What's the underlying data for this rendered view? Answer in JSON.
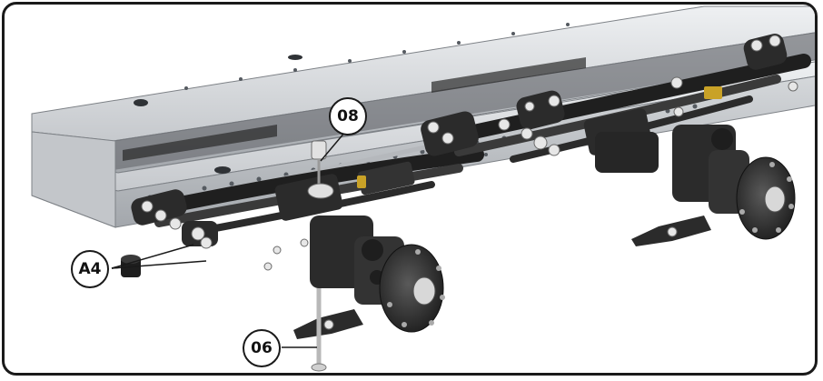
{
  "callouts": {
    "c08": "08",
    "a4": "A4",
    "c06": "06"
  },
  "colors": {
    "frame_border": "#1a1a1a",
    "chassis_rail": "#d7d9dc",
    "chassis_shadow": "#9da1a6",
    "suspension_dark": "#2b2b2b",
    "bolt_highlight": "#e7e7e7",
    "brass_accent": "#c9a227"
  }
}
